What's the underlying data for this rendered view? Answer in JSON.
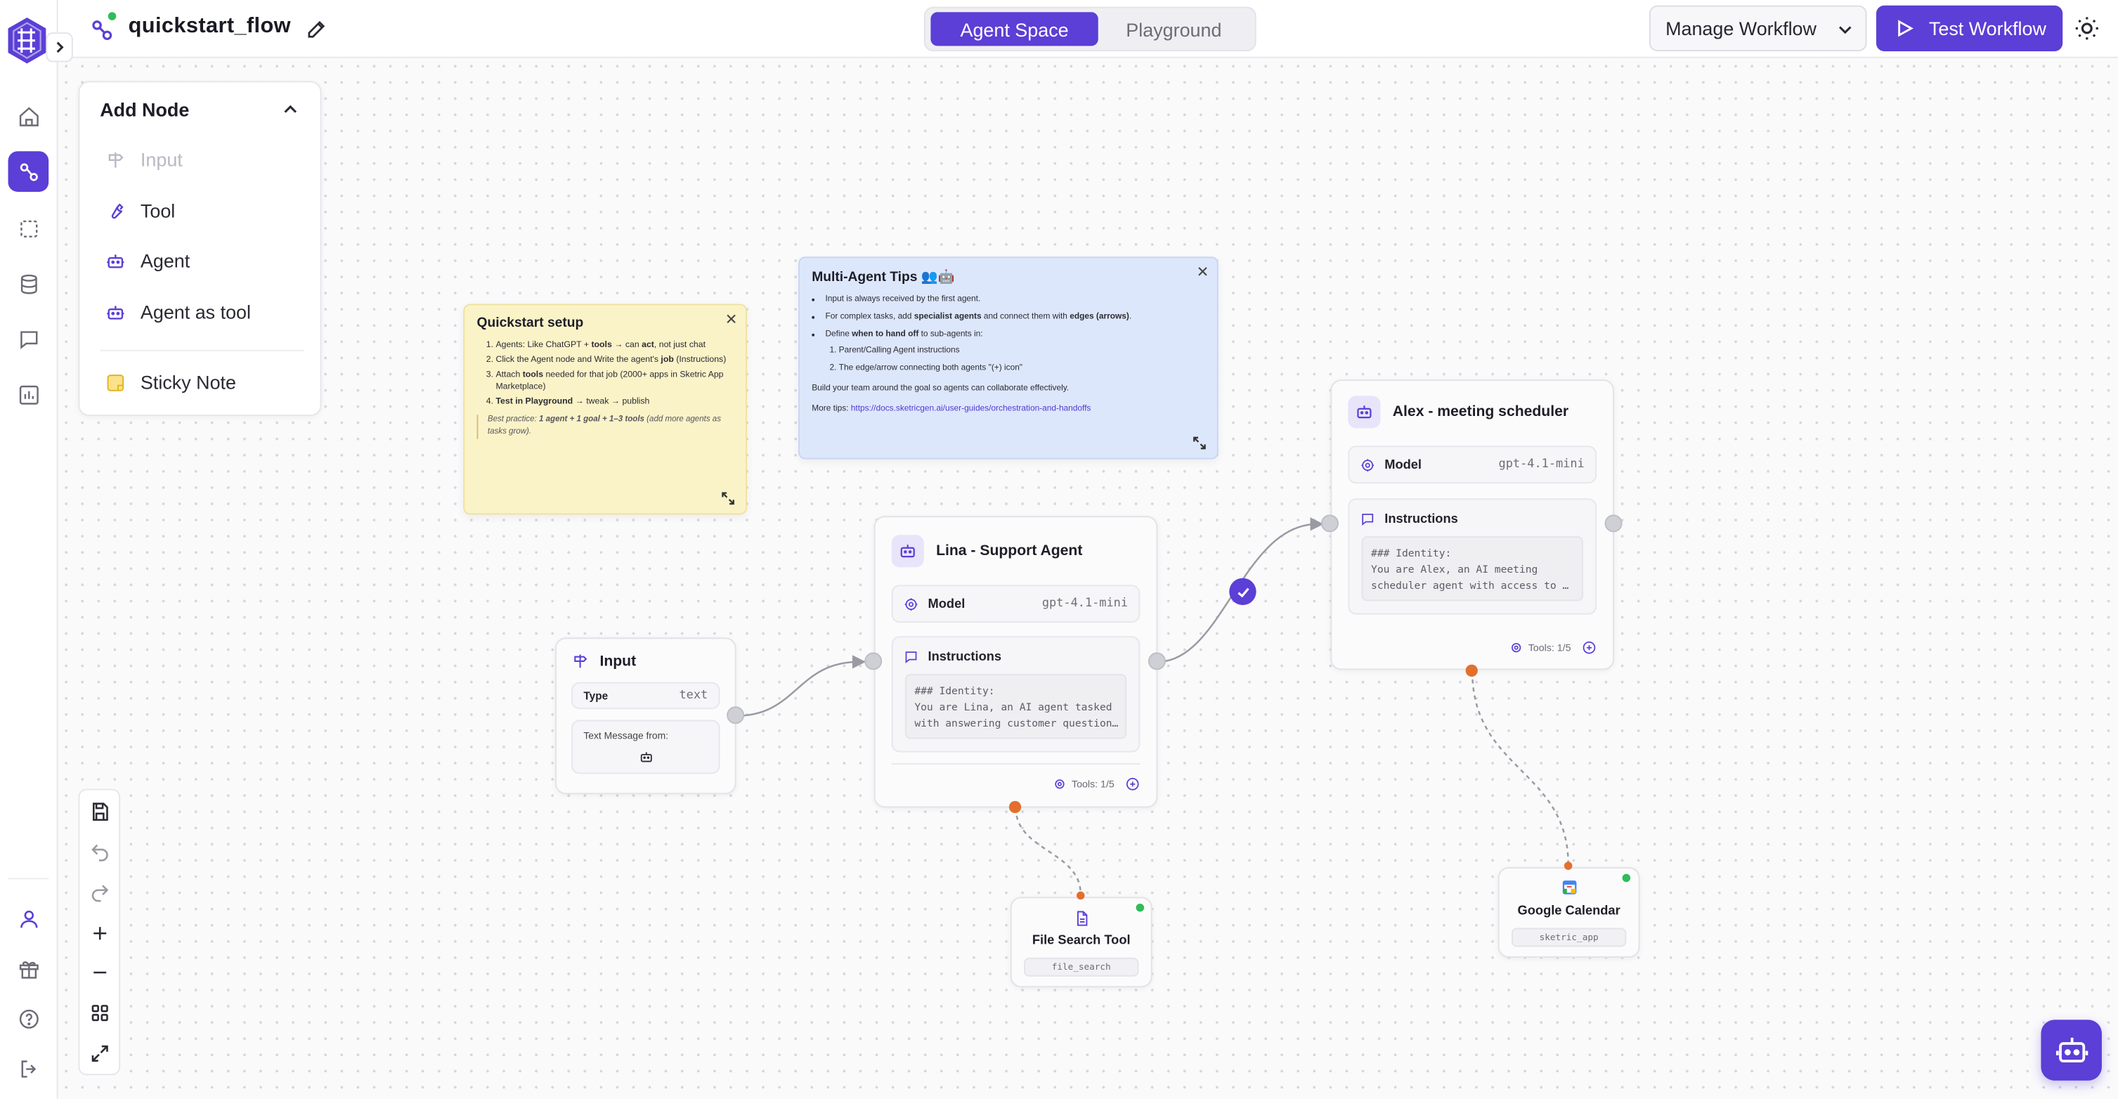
{
  "app": {
    "flow_title": "quickstart_flow",
    "accent_color": "#5b3fd6"
  },
  "header": {
    "tabs": [
      "Agent Space",
      "Playground"
    ],
    "active_tab": "Agent Space",
    "manage_label": "Manage Workflow",
    "test_label": "Test Workflow"
  },
  "sidebar": {
    "items": [
      "home-icon",
      "workflow-icon",
      "selection-icon",
      "database-icon",
      "chat-icon",
      "analytics-icon"
    ],
    "bottom_items": [
      "user-icon",
      "gift-icon",
      "help-icon",
      "logout-icon"
    ]
  },
  "add_node": {
    "title": "Add Node",
    "items": [
      {
        "label": "Input",
        "icon": "signpost-icon",
        "enabled": false
      },
      {
        "label": "Tool",
        "icon": "wrench-icon",
        "enabled": true
      },
      {
        "label": "Agent",
        "icon": "robot-icon",
        "enabled": true
      },
      {
        "label": "Agent as tool",
        "icon": "robot-icon",
        "enabled": true
      },
      {
        "label": "Sticky Note",
        "icon": "sticky-note-icon",
        "enabled": true
      }
    ]
  },
  "quickstart_note": {
    "title": "Quickstart setup",
    "steps": [
      [
        "Agents: Like ChatGPT + ",
        "tools",
        " → can ",
        "act",
        ", not just chat"
      ],
      [
        "Click the Agent node and Write the agent's ",
        "job",
        " (Instructions)"
      ],
      [
        "Attach ",
        "tools",
        " needed for that job (2000+ apps in Sketric App Marketplace)"
      ],
      [
        "",
        "Test in Playground",
        " → tweak → publish"
      ]
    ],
    "best_practice": [
      "Best practice: ",
      "1 agent + 1 goal + 1–3 tools",
      " (add more agents as tasks grow)."
    ]
  },
  "tips_note": {
    "title": "Multi-Agent Tips 👥🤖",
    "bullets": [
      "Input is always received by the first agent.",
      [
        "For complex tasks, add ",
        "specialist agents",
        " and connect them with ",
        "edges (arrows)",
        "."
      ],
      [
        "Define ",
        "when to hand off",
        " to sub-agents in:"
      ]
    ],
    "sub_steps": [
      "Parent/Calling Agent instructions",
      "The edge/arrow connecting both agents \"(+) icon\""
    ],
    "footer": "Build your team around the goal so agents can collaborate effectively.",
    "more_label": "More tips: ",
    "more_link": "https://docs.sketricgen.ai/user-guides/orchestration-and-handoffs"
  },
  "input_node": {
    "title": "Input",
    "type_label": "Type",
    "type_value": "text",
    "message_label": "Text Message from:"
  },
  "lina": {
    "title": "Lina - Support Agent",
    "model_label": "Model",
    "model_value": "gpt-4.1-mini",
    "instructions_label": "Instructions",
    "instructions": "### Identity:\nYou are Lina, an AI agent tasked\nwith answering customer question…",
    "tools": "Tools: 1/5"
  },
  "alex": {
    "title": "Alex - meeting scheduler",
    "model_label": "Model",
    "model_value": "gpt-4.1-mini",
    "instructions_label": "Instructions",
    "instructions": "### Identity:\nYou are Alex, an AI meeting\nscheduler agent with access to …",
    "tools": "Tools: 1/5"
  },
  "file_tool": {
    "title": "File Search Tool",
    "tag": "file_search"
  },
  "gcal_tool": {
    "title": "Google Calendar",
    "tag": "sketric_app"
  }
}
